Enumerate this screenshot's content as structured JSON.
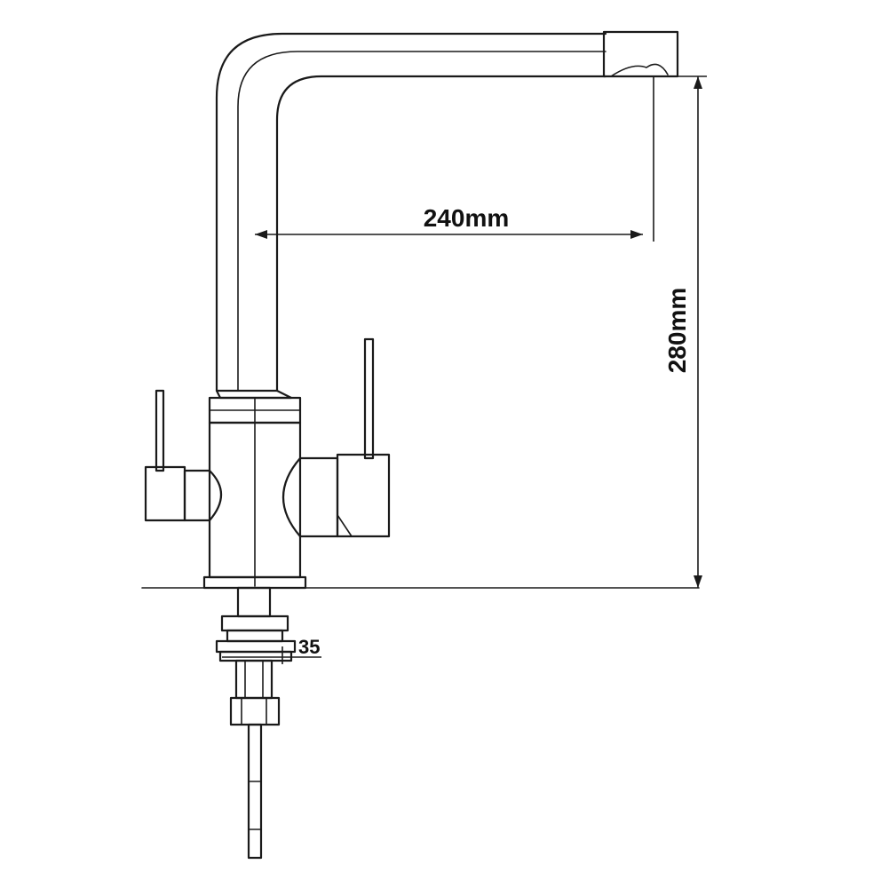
{
  "dimensions": {
    "spout_reach": "240mm",
    "total_height": "280mm",
    "mount_hole": "35"
  },
  "colors": {
    "line": "#1a1a1a",
    "background": "#ffffff"
  }
}
